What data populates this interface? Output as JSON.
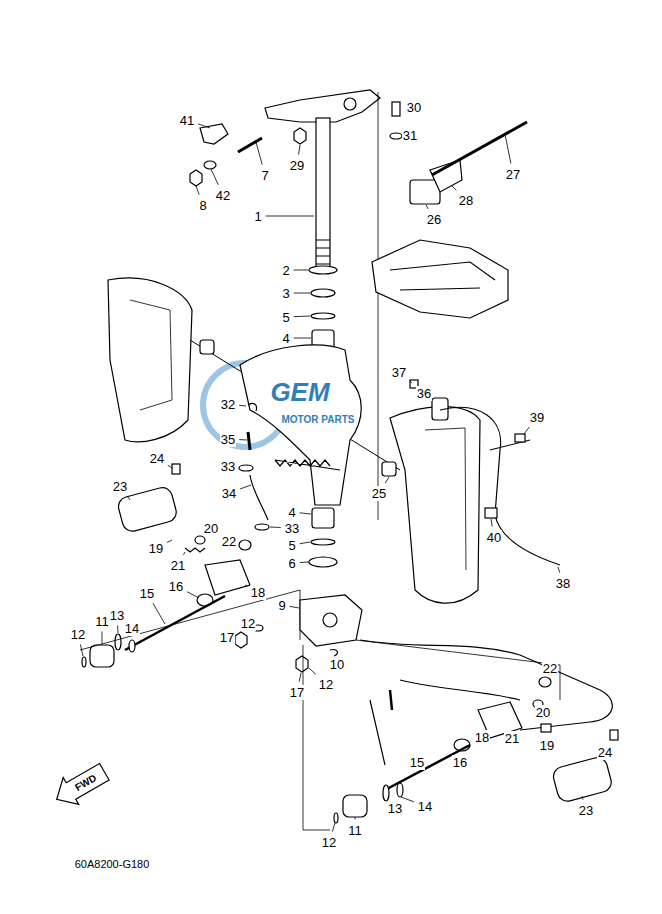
{
  "diagram": {
    "caption": "60A8200-G180",
    "nodes": [
      {
        "text": [
          "FWD"
        ]
      }
    ],
    "labels": [
      "41",
      "7",
      "29",
      "8",
      "42",
      "1",
      "30",
      "31",
      "27",
      "28",
      "26",
      "2",
      "3",
      "5",
      "4",
      "37",
      "36",
      "39",
      "32",
      "35",
      "25",
      "33",
      "24",
      "23",
      "34",
      "33",
      "4",
      "5",
      "6",
      "40",
      "38",
      "20",
      "22",
      "19",
      "21",
      "18",
      "16",
      "15",
      "9",
      "14",
      "13",
      "11",
      "12",
      "12",
      "17",
      "10",
      "17",
      "12",
      "22",
      "20",
      "21",
      "18",
      "16",
      "15",
      "19",
      "24",
      "23",
      "14",
      "13",
      "11",
      "12",
      "GEM",
      "MOTOR PARTS"
    ]
  }
}
